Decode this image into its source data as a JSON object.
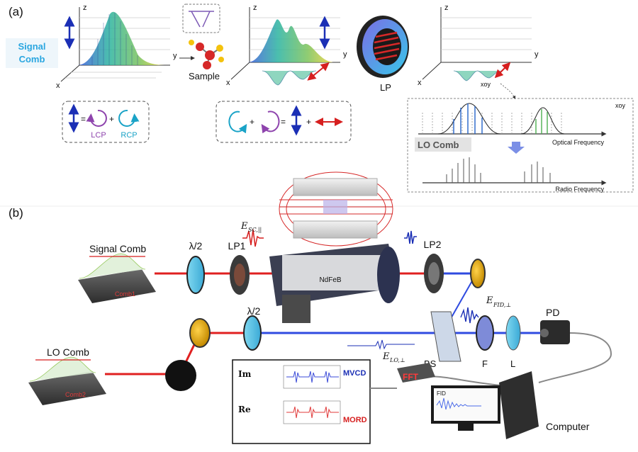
{
  "panel_a": {
    "tag": "(a)",
    "signal_comb": "Signal\nComb",
    "sample": "Sample",
    "lp": "LP",
    "xoy": "xoy",
    "axis_x": "x",
    "axis_y": "y",
    "axis_z": "z",
    "lcp": "LCP",
    "rcp": "RCP",
    "eq1_equals": "=",
    "eq1_plus": "+",
    "eq2_plus": "+",
    "eq2_equals": "=",
    "eq2_plus2": "+",
    "lo_comb": "LO Comb",
    "optical_frequency": "Optical Frequency",
    "radio_frequency": "Radio Frequency"
  },
  "panel_b": {
    "tag": "(b)",
    "signal_comb": "Signal Comb",
    "lo_comb": "LO Comb",
    "half_wave_1": "λ/2",
    "half_wave_2": "λ/2",
    "lp1": "LP1",
    "lp2": "LP2",
    "ndfeb": "NdFeB",
    "pd": "PD",
    "bs": "BS",
    "f": "F",
    "l": "L",
    "fft": "FFT",
    "fid": "FID",
    "computer": "Computer",
    "mvcd": "MVCD",
    "mord": "MORD",
    "im": "Im",
    "re": "Re",
    "comb1": "Comb1",
    "comb2": "Comb2",
    "e_sc_par": "E",
    "e_sc_par_sub": "SC,||",
    "e_fid_perp": "E",
    "e_fid_perp_sub": "FID,⊥",
    "e_lo_perp": "E",
    "e_lo_perp_sub": "LO,⊥"
  }
}
